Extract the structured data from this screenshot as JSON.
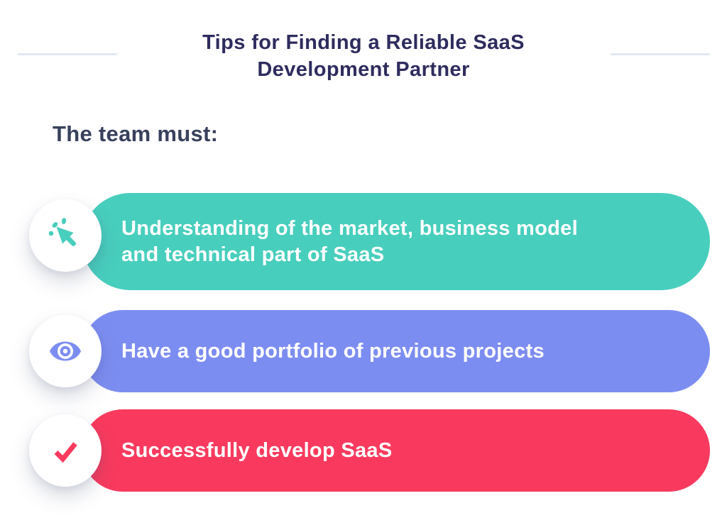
{
  "colors": {
    "background": "#ffffff",
    "title": "#2e2c5e",
    "subtitle": "#38415c",
    "divider": "#dfe8f2",
    "card_text": "#ffffff",
    "teal": "#48cebd",
    "purple": "#7c8df1",
    "red": "#f93a5e"
  },
  "header": {
    "title_lines": [
      "Tips for Finding a Reliable SaaS",
      "Development Partner"
    ]
  },
  "subtitle": "The team must:",
  "tips": [
    {
      "label": "Understanding of the market, business model\nand technical part of SaaS",
      "icon": "cursor-click-icon",
      "color": "#48cebd"
    },
    {
      "label": "Have a good portfolio of previous projects",
      "icon": "eye-icon",
      "color": "#7c8df1"
    },
    {
      "label": "Successfully develop SaaS",
      "icon": "check-icon",
      "color": "#f93a5e"
    }
  ]
}
